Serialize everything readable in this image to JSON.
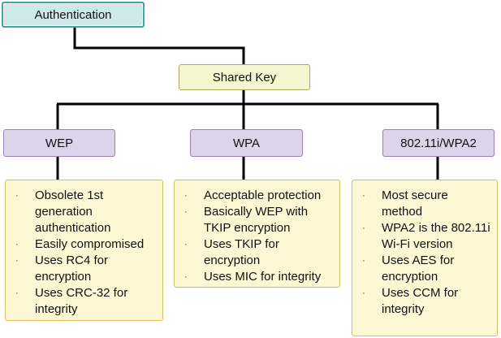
{
  "colors": {
    "root_fill": "#cfe9ea",
    "root_border": "#3fa6a8",
    "shared_key_fill": "#f3f6cf",
    "shared_key_border": "#a8a85e",
    "type_fill": "#dcd4ea",
    "type_border": "#9b80b5",
    "detail_fill": "#fdf7d3",
    "detail_border": "#d5bf5c",
    "connector": "#000000"
  },
  "root": {
    "label": "Authentication"
  },
  "shared_key": {
    "label": "Shared Key"
  },
  "bullet_glyph": "·",
  "types": [
    {
      "label": "WEP",
      "bullets": [
        "Obsolete 1st generation authentication",
        "Easily compromised",
        "Uses RC4 for encryption",
        "Uses CRC-32 for integrity"
      ]
    },
    {
      "label": "WPA",
      "bullets": [
        "Acceptable protection",
        "Basically WEP with TKIP encryption",
        "Uses TKIP for encryption",
        "Uses MIC for integrity"
      ]
    },
    {
      "label": "802.11i/WPA2",
      "bullets": [
        "Most secure method",
        "WPA2 is the 802.11i Wi-Fi version",
        "Uses AES for encryption",
        "Uses CCM for integrity"
      ]
    }
  ]
}
